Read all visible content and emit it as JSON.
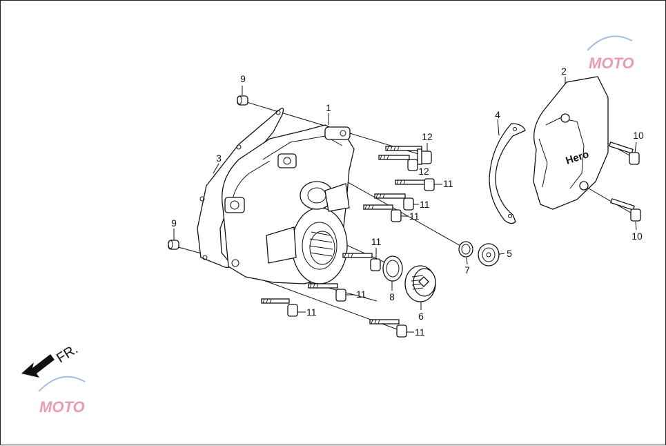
{
  "diagram": {
    "direction_label": "FR.",
    "brand_text": "Hero",
    "watermark_text": "MOTO",
    "callouts": [
      {
        "id": "c1",
        "text": "1"
      },
      {
        "id": "c2",
        "text": "2"
      },
      {
        "id": "c3",
        "text": "3"
      },
      {
        "id": "c4",
        "text": "4"
      },
      {
        "id": "c5",
        "text": "5"
      },
      {
        "id": "c6",
        "text": "6"
      },
      {
        "id": "c7",
        "text": "7"
      },
      {
        "id": "c8",
        "text": "8"
      },
      {
        "id": "c9a",
        "text": "9"
      },
      {
        "id": "c9b",
        "text": "9"
      },
      {
        "id": "c10a",
        "text": "10"
      },
      {
        "id": "c10b",
        "text": "10"
      },
      {
        "id": "c11a",
        "text": "11"
      },
      {
        "id": "c11b",
        "text": "11"
      },
      {
        "id": "c11c",
        "text": "11"
      },
      {
        "id": "c11d",
        "text": "11"
      },
      {
        "id": "c11e",
        "text": "11"
      },
      {
        "id": "c11f",
        "text": "11"
      },
      {
        "id": "c11g",
        "text": "11"
      },
      {
        "id": "c12a",
        "text": "12"
      },
      {
        "id": "c12b",
        "text": "12"
      }
    ]
  }
}
